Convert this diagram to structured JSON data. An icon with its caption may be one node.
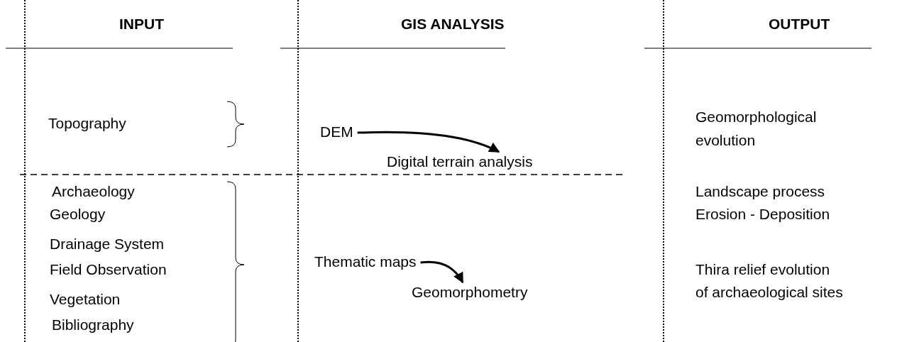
{
  "diagram": {
    "nodes": [
      {
        "text": [
          "DEM"
        ]
      },
      {
        "text": [
          "Digital terrain analysis"
        ]
      },
      {
        "text": [
          "Thematic maps"
        ]
      },
      {
        "text": [
          "Geomorphometry"
        ]
      }
    ],
    "edges": [
      {
        "from": 0,
        "to": 1,
        "arrow": "to"
      },
      {
        "from": 2,
        "to": 3,
        "arrow": "to"
      }
    ],
    "labels": [
      "INPUT",
      "GIS ANALYSIS",
      "OUTPUT",
      "Topography",
      "Geomorphological evolution",
      "Archaeology",
      "Landscape process",
      "Geology",
      "Erosion - Deposition",
      "Drainage System",
      "Field Observation",
      "Thira relief evolution",
      "of archaeological sites",
      "Vegetation",
      "Bibliography"
    ]
  }
}
